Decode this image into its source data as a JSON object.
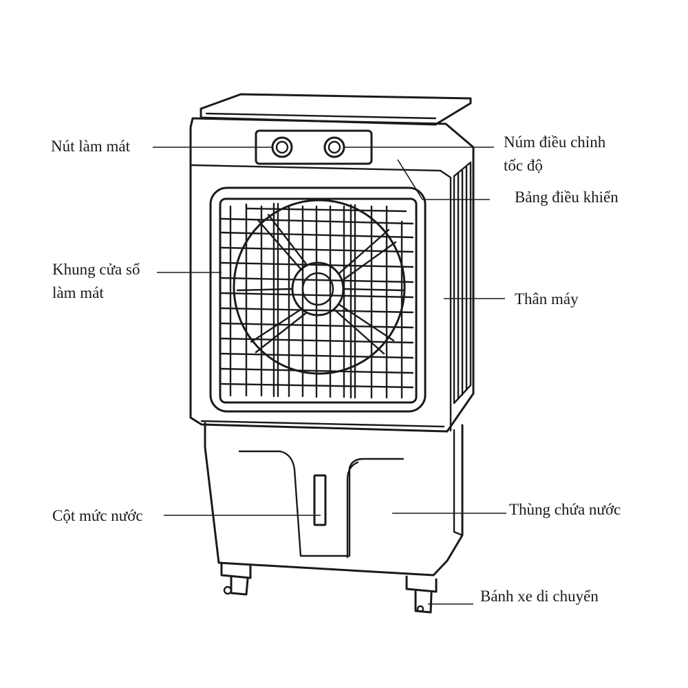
{
  "labels": {
    "cooling_button": "Nút làm mát",
    "speed_knob": [
      "Núm điều chỉnh",
      "tốc độ"
    ],
    "control_panel": "Bảng điều khiển",
    "cooling_window_frame": [
      "Khung cửa sổ",
      "làm mát"
    ],
    "body": "Thân máy",
    "water_level_column": "Cột mức nước",
    "water_tank": "Thùng chứa nước",
    "wheels": "Bánh xe di chuyển"
  },
  "colors": {
    "line": "#1a1a1a",
    "background": "#ffffff"
  }
}
